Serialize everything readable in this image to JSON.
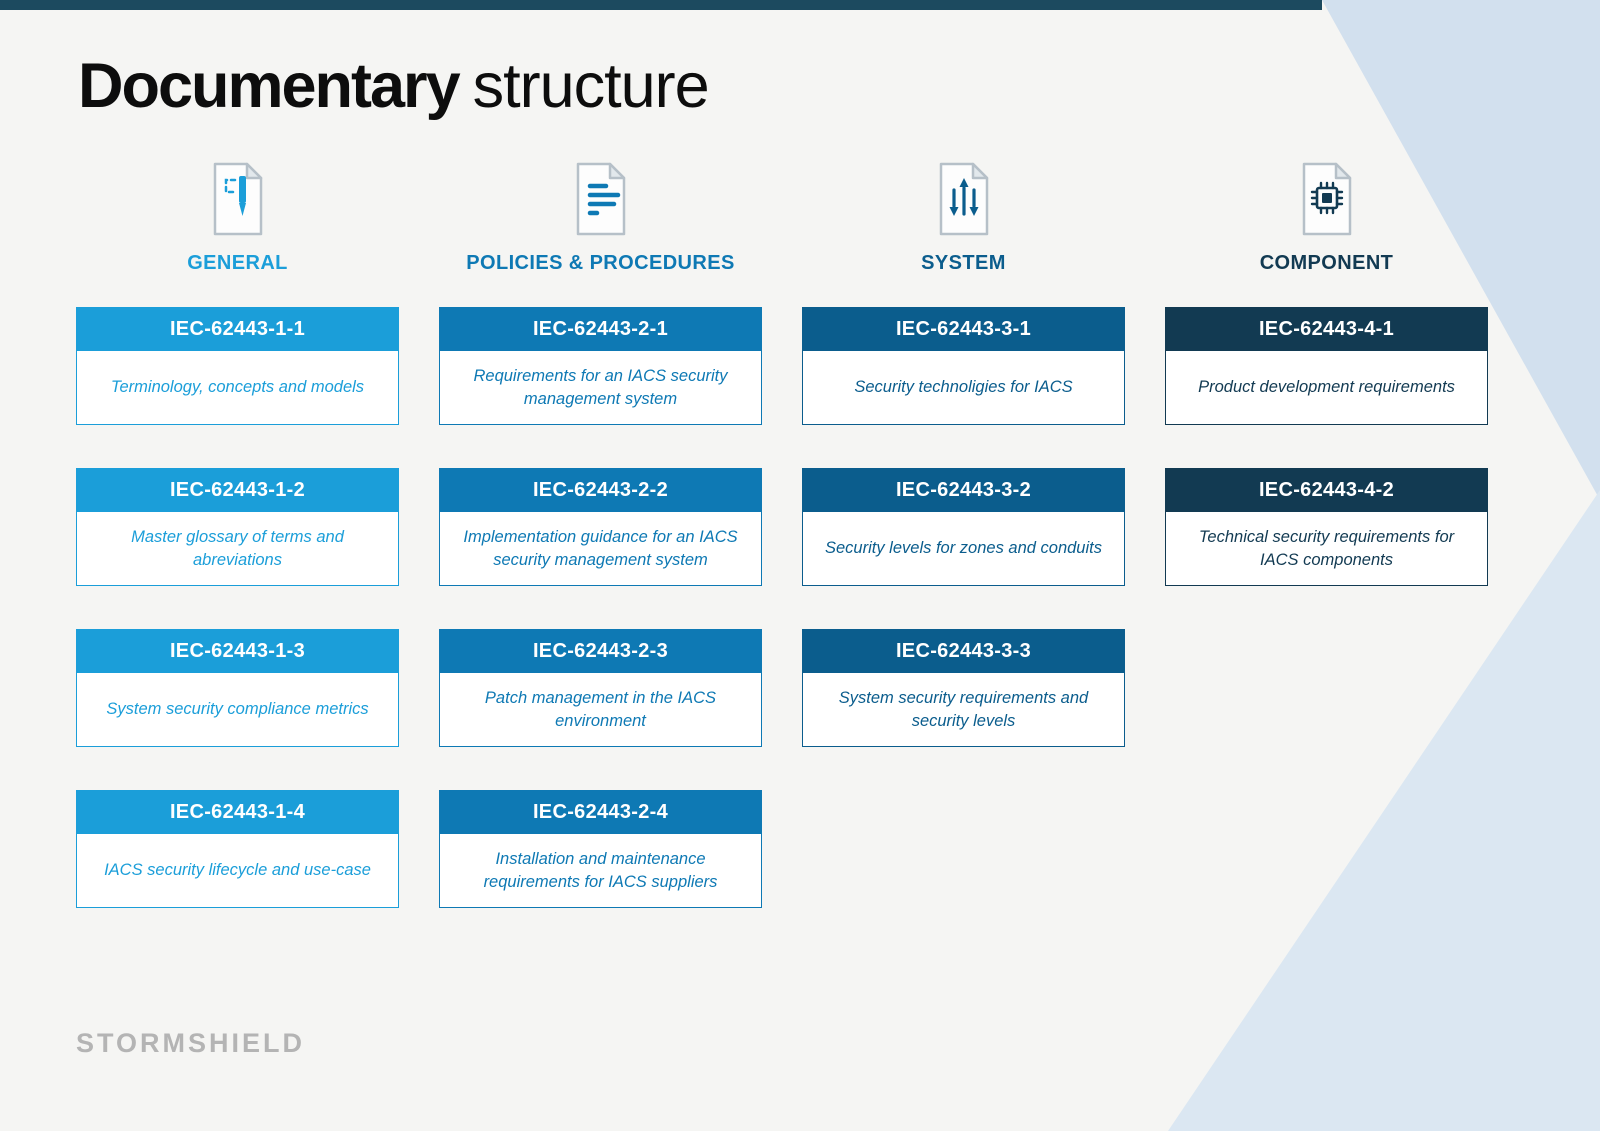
{
  "page": {
    "title_bold": "Documentary",
    "title_regular": "structure",
    "brand": "STORMSHIELD",
    "colors": {
      "top_bar": "#1c4a5f",
      "bg_shape_top": "#d2e0ee",
      "bg_shape_bottom": "#dbe7f2",
      "background": "#f5f5f3"
    }
  },
  "columns": [
    {
      "label": "GENERAL",
      "icon": "document-pen-icon",
      "color": "#1b9ed9",
      "cards": [
        {
          "code": "IEC-62443-1-1",
          "desc": "Terminology, concepts and models"
        },
        {
          "code": "IEC-62443-1-2",
          "desc": "Master glossary of terms and abreviations"
        },
        {
          "code": "IEC-62443-1-3",
          "desc": "System security compliance metrics"
        },
        {
          "code": "IEC-62443-1-4",
          "desc": "IACS security lifecycle and use-case"
        }
      ]
    },
    {
      "label": "POLICIES & PROCEDURES",
      "icon": "document-lines-icon",
      "color": "#0e79b4",
      "cards": [
        {
          "code": "IEC-62443-2-1",
          "desc": "Requirements for an IACS security management system"
        },
        {
          "code": "IEC-62443-2-2",
          "desc": "Implementation guidance for an IACS security management system"
        },
        {
          "code": "IEC-62443-2-3",
          "desc": "Patch management in the IACS environment"
        },
        {
          "code": "IEC-62443-2-4",
          "desc": "Installation and maintenance requirements for IACS suppliers"
        }
      ]
    },
    {
      "label": "SYSTEM",
      "icon": "document-arrows-icon",
      "color": "#0b5d8d",
      "cards": [
        {
          "code": "IEC-62443-3-1",
          "desc": "Security technoligies for IACS"
        },
        {
          "code": "IEC-62443-3-2",
          "desc": "Security levels for zones and conduits"
        },
        {
          "code": "IEC-62443-3-3",
          "desc": "System security requirements and security levels"
        }
      ]
    },
    {
      "label": "COMPONENT",
      "icon": "document-chip-icon",
      "color": "#123a52",
      "cards": [
        {
          "code": "IEC-62443-4-1",
          "desc": "Product development requirements"
        },
        {
          "code": "IEC-62443-4-2",
          "desc": "Technical security requirements for IACS components"
        }
      ]
    }
  ]
}
